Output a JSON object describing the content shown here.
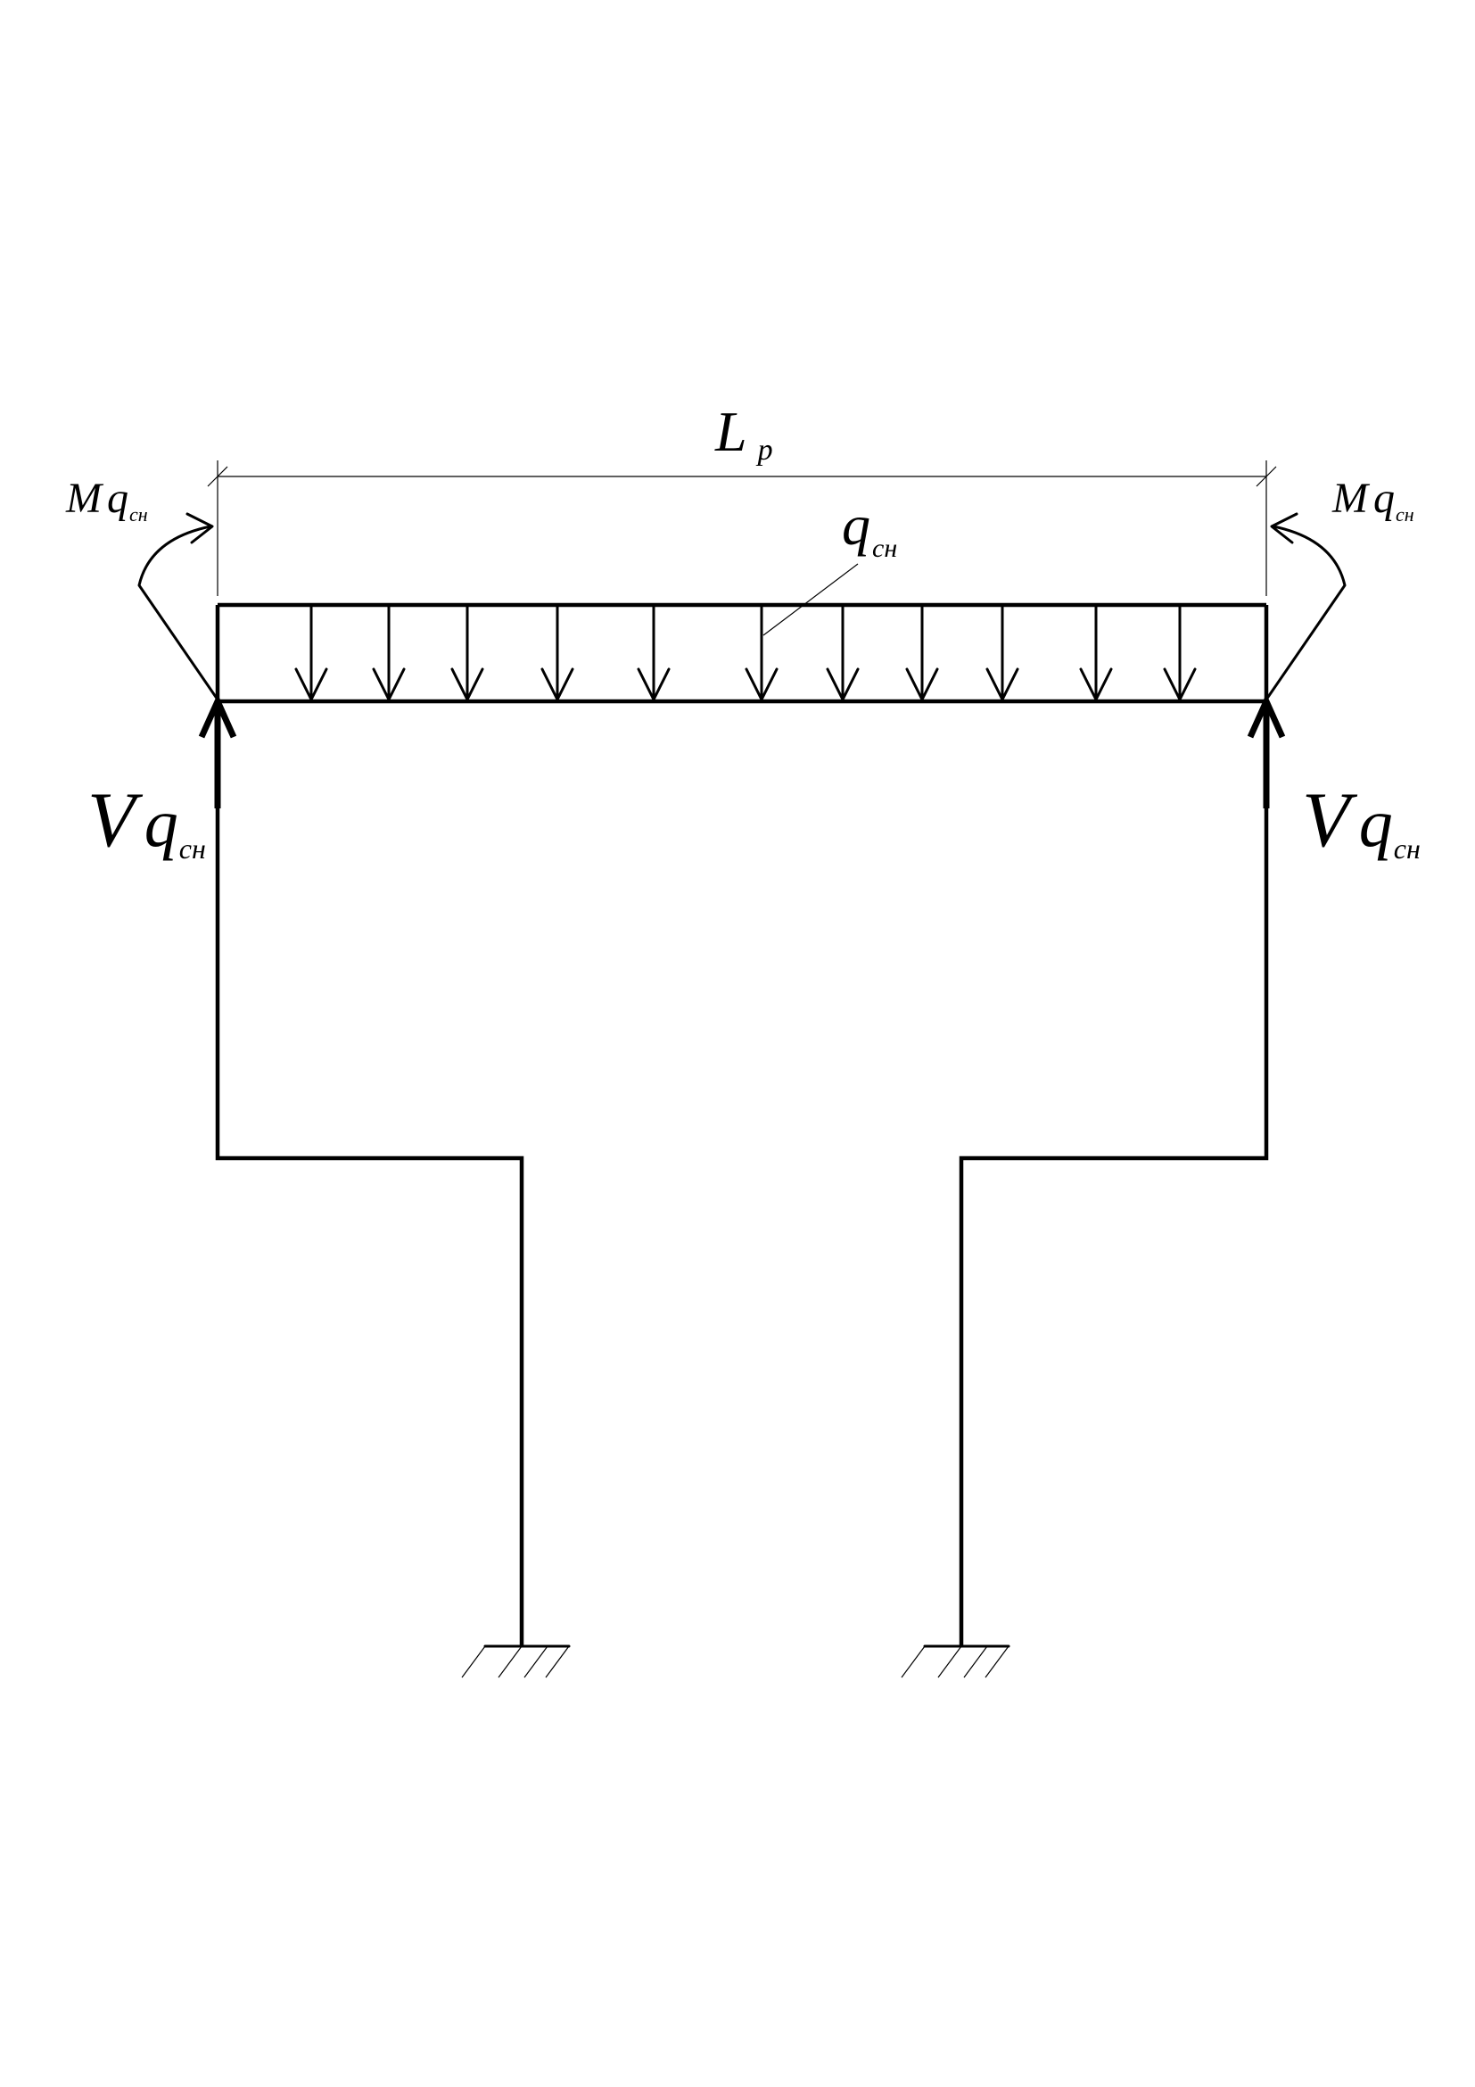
{
  "diagram": {
    "span_label": {
      "main": "L",
      "sub": "p"
    },
    "load_label": {
      "main": "q",
      "sub": "сн"
    },
    "moment_left": {
      "main": "M",
      "q": "q",
      "sub": "сн"
    },
    "moment_right": {
      "main": "M",
      "q": "q",
      "sub": "сн"
    },
    "reaction_left": {
      "main": "V",
      "q": "q",
      "sub": "сн"
    },
    "reaction_right": {
      "main": "V",
      "q": "q",
      "sub": "сн"
    }
  }
}
